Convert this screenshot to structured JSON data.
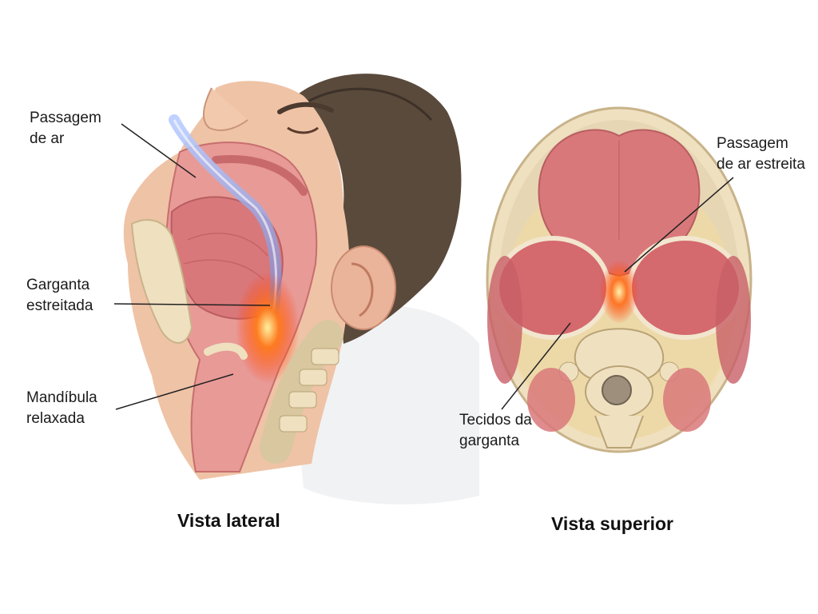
{
  "lateral_view": {
    "caption": "Vista lateral",
    "labels": {
      "airway": [
        "Passagem",
        "de ar"
      ],
      "throat": [
        "Garganta",
        "estreitada"
      ],
      "jaw": [
        "Mandíbula",
        "relaxada"
      ]
    }
  },
  "top_view": {
    "caption": "Vista superior",
    "labels": {
      "narrow_airway": [
        "Passagem",
        "de ar estreita"
      ],
      "tissues": [
        "Tecidos da",
        "garganta"
      ]
    }
  },
  "colors": {
    "skin": "#efc3a6",
    "tissue": "#d9787a",
    "bone": "#efe0c0",
    "airflow": "#8aa6e8",
    "obstruction": "#ff5a1f",
    "hair": "#5a4a3c"
  },
  "icons": [
    "head-profile-illustration",
    "airway-cross-section-illustration"
  ]
}
